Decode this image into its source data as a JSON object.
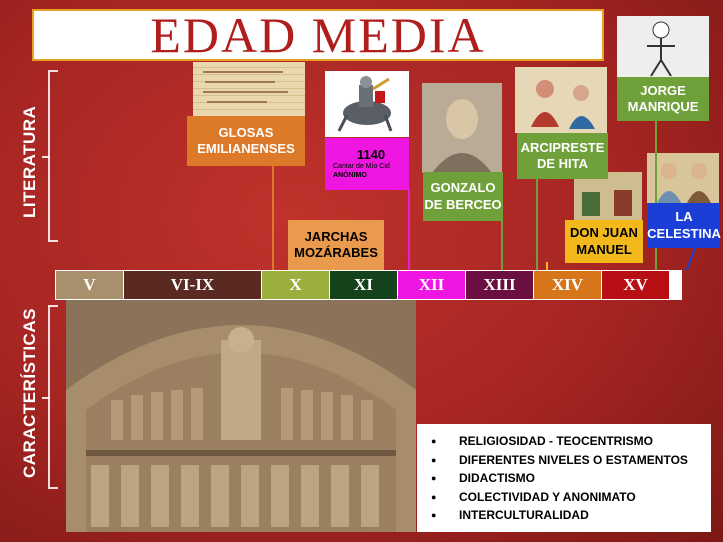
{
  "title": "EDAD MEDIA",
  "side_labels": {
    "literature": "LITERATURA",
    "characteristics": "CARACTERÍSTICAS"
  },
  "timeline": [
    {
      "label": "V",
      "color": "#a8906c"
    },
    {
      "label": "VI-IX",
      "color": "#5a2a22"
    },
    {
      "label": "X",
      "color": "#9cae3e"
    },
    {
      "label": "XI",
      "color": "#14421a"
    },
    {
      "label": "XII",
      "color": "#ee16e0"
    },
    {
      "label": "XIII",
      "color": "#6a0f40"
    },
    {
      "label": "XIV",
      "color": "#d6751a"
    },
    {
      "label": "XV",
      "color": "#b80f14"
    }
  ],
  "works": {
    "glosas": {
      "line1": "GLOSAS",
      "line2": "EMILIANENSES",
      "bg": "#dd7a2a",
      "color": "#ffffff"
    },
    "jarchas": {
      "line1": "JARCHAS",
      "line2": "MOZÁRABES",
      "bg": "#e99a4c",
      "color": "#000000"
    },
    "cid": {
      "year": "1140",
      "line1": "Cantar de Mío Cid",
      "line2": "ANÓNIMO",
      "bg": "#ee16e0",
      "color": "#000000"
    },
    "berceo": {
      "line1": "GONZALO",
      "line2": "DE BERCEO",
      "bg": "#6fa03a",
      "color": "#ffffff"
    },
    "hita": {
      "line1": "ARCIPRESTE",
      "line2": "DE HITA",
      "bg": "#6fa03a",
      "color": "#ffffff"
    },
    "manuel": {
      "line1": "DON JUAN",
      "line2": "MANUEL",
      "bg": "#f2b81c",
      "color": "#000000"
    },
    "manrique": {
      "line1": "JORGE",
      "line2": "MANRIQUE",
      "bg": "#6fa03a",
      "color": "#ffffff"
    },
    "celestina": {
      "line1": "LA",
      "line2": "CELESTINA",
      "bg": "#1b3fd6",
      "color": "#ffffff"
    }
  },
  "characteristics": [
    "RELIGIOSIDAD - TEOCENTRISMO",
    "DIFERENTES NIVELES O ESTAMENTOS",
    "DIDACTISMO",
    "COLECTIVIDAD Y ANONIMATO",
    "INTERCULTURALIDAD"
  ]
}
